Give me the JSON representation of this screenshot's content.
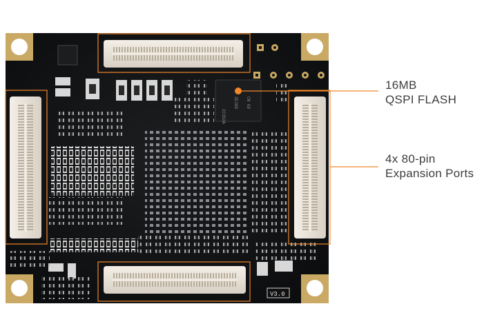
{
  "colors": {
    "accent": "#f0872b",
    "board": "#111213",
    "pad_gold": "#c9a964",
    "connector": "#e9e3da",
    "label_text": "#3c3c3c"
  },
  "board": {
    "silkscreen_version": "V3.0",
    "chip_marking": [
      "2C3S2A",
      "3EJ9D",
      "CN 69"
    ]
  },
  "callouts": {
    "flash": {
      "line1": "16MB",
      "line2": "QSPI FLASH"
    },
    "ports": {
      "line1": "4x 80-pin",
      "line2": "Expansion Ports"
    }
  }
}
